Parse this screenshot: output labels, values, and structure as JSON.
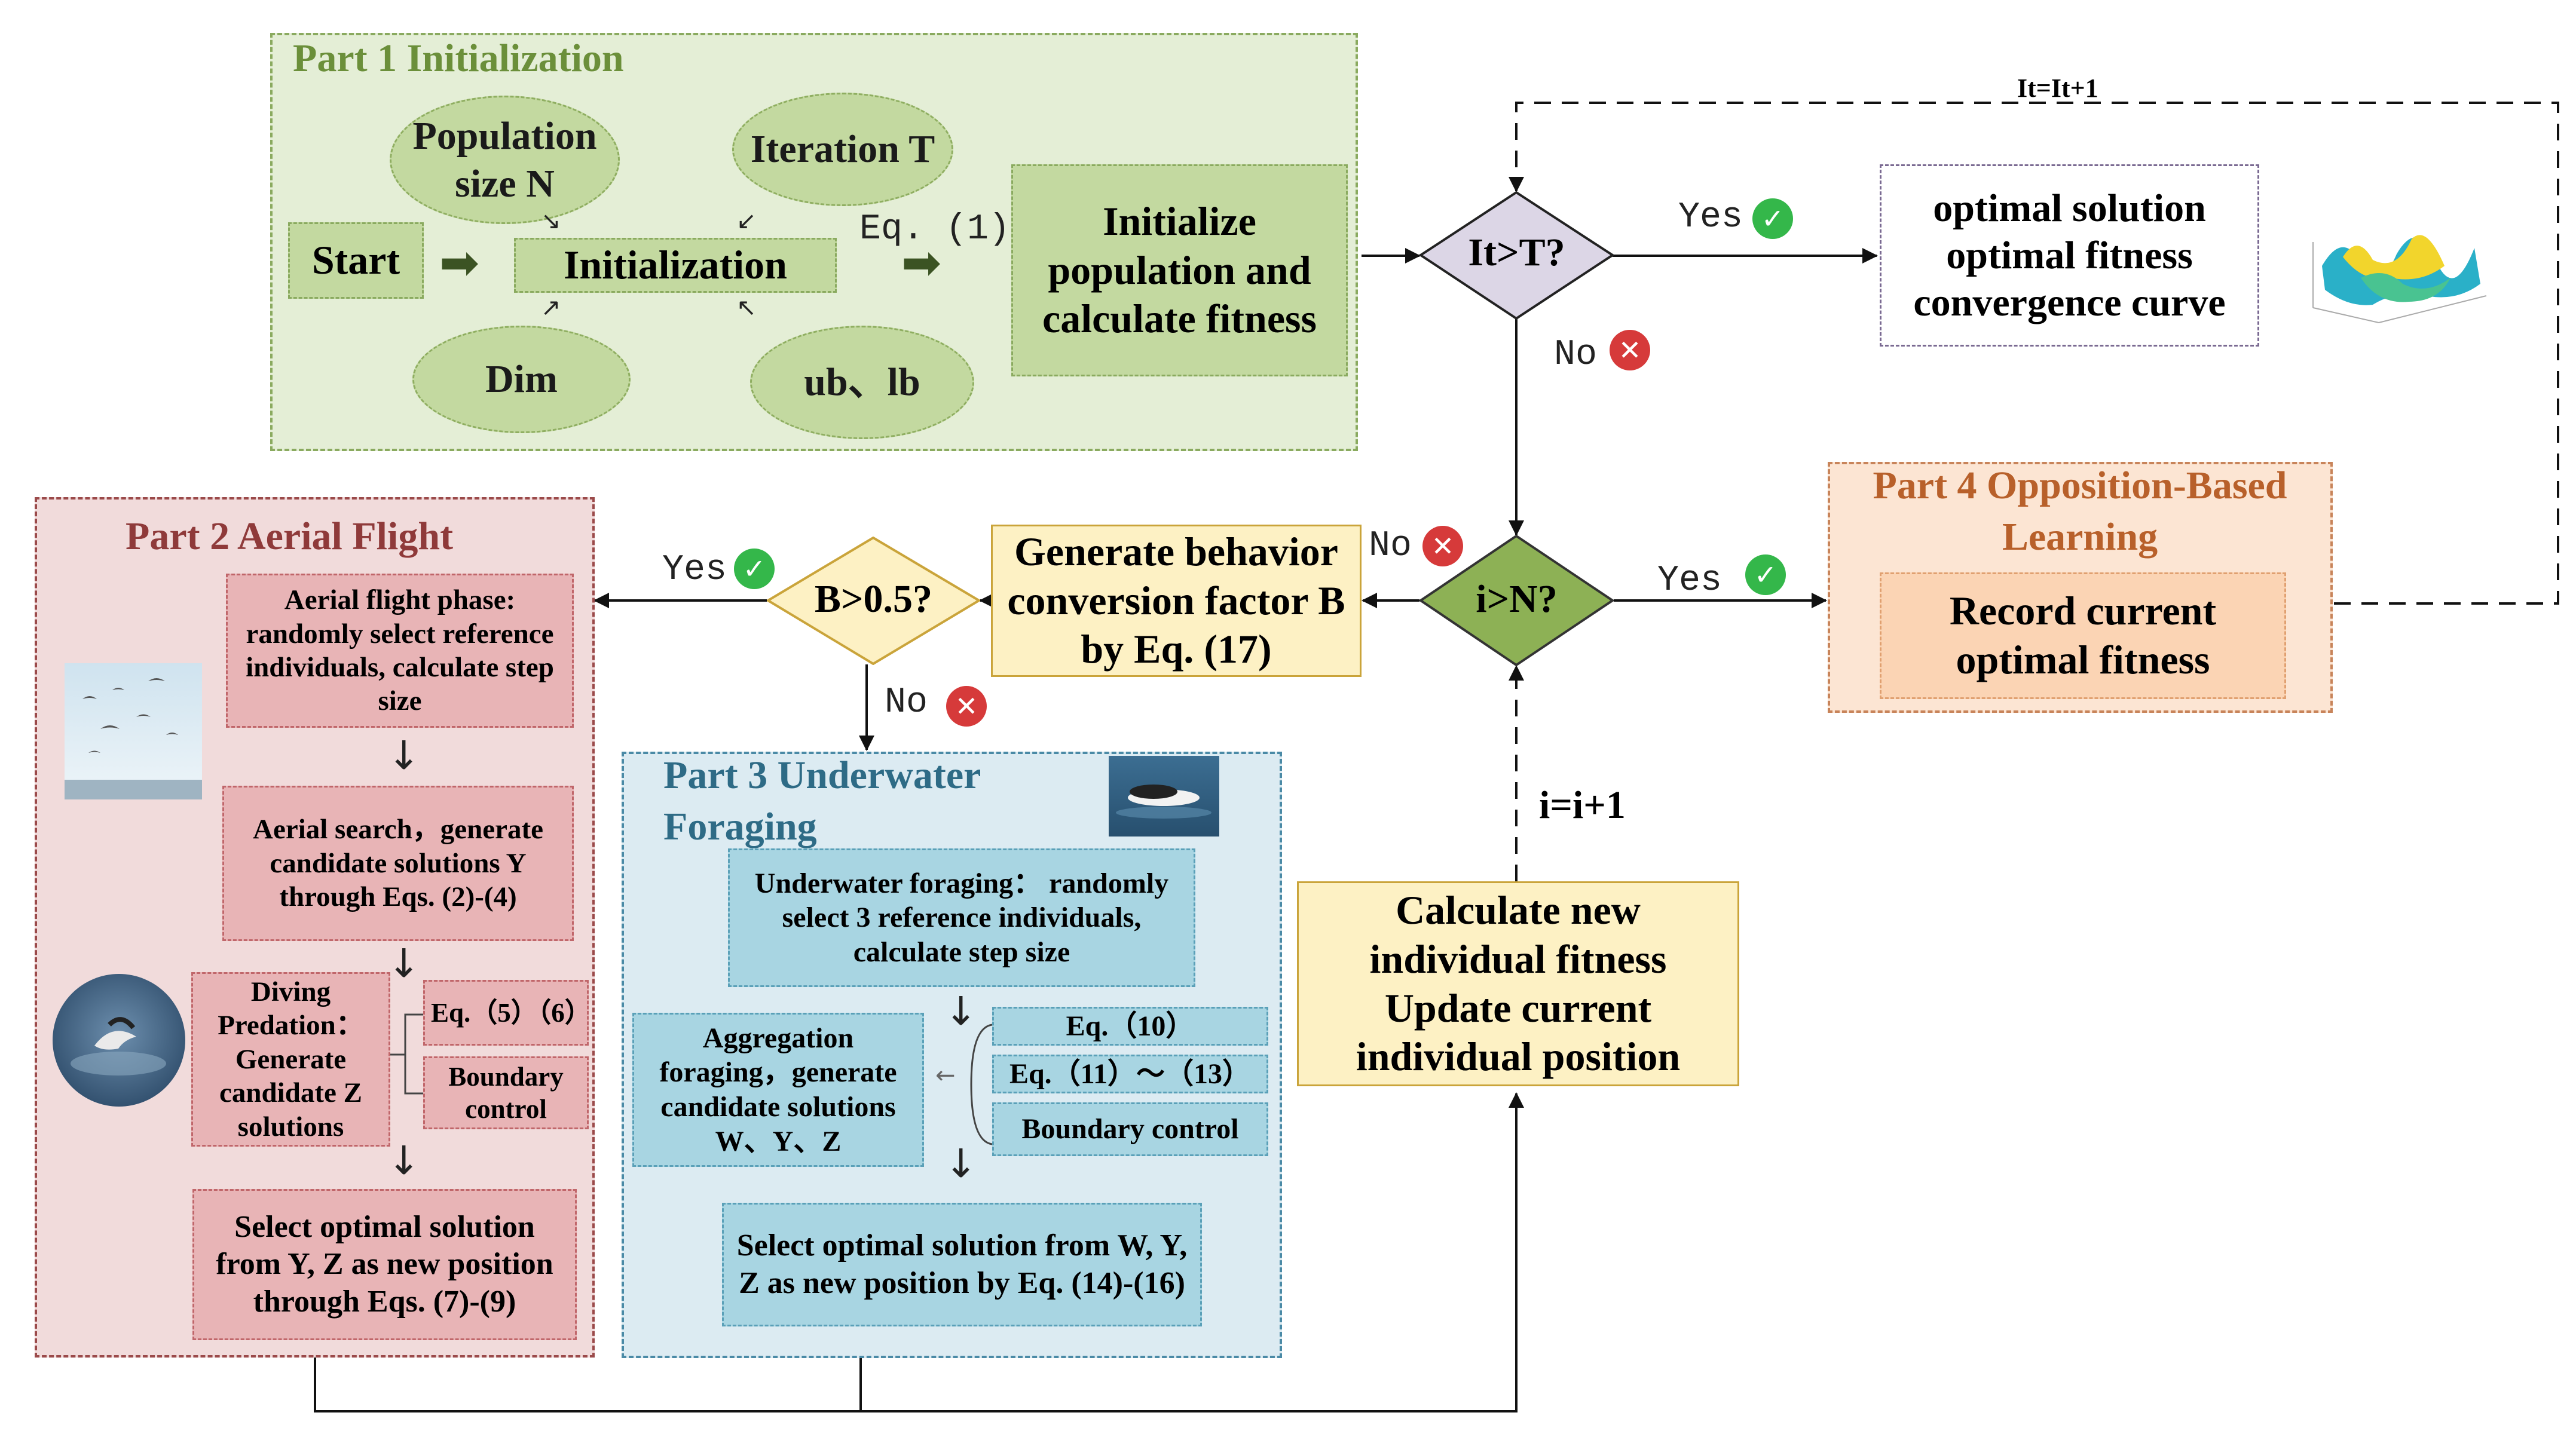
{
  "part1": {
    "title": "Part 1 Initialization",
    "population": "Population size N",
    "iteration": "Iteration T",
    "start": "Start",
    "initialization": "Initialization",
    "dim": "Dim",
    "bounds": "ub、lb",
    "eq_label": "Eq. (1)",
    "init_population": "Initialize population and calculate fitness"
  },
  "loop": {
    "it_update": "It=It+1",
    "decision_it": "It>T?",
    "decision_i": "i>N?",
    "i_update": "i=i+1",
    "yes": "Yes",
    "no": "No"
  },
  "output": {
    "lines": [
      "optimal solution",
      "optimal fitness",
      "convergence curve"
    ]
  },
  "part4": {
    "title": "Part 4 Opposition-Based Learning",
    "record": "Record current optimal fitness"
  },
  "behavior": {
    "factor": "Generate behavior conversion factor B by Eq. (17)",
    "decision_b": "B>0.5?"
  },
  "part2": {
    "title": "Part 2 Aerial Flight",
    "phase": "Aerial flight phase: randomly select reference individuals, calculate step size",
    "search": "Aerial search，generate candidate solutions Y through Eqs. (2)-(4)",
    "diving": "Diving Predation：Generate candidate Z solutions",
    "eq56": "Eq.（5）（6）",
    "boundary": "Boundary control",
    "select": "Select optimal solution from Y, Z as new position through Eqs. (7)-(9)"
  },
  "part3": {
    "title": "Part 3 Underwater Foraging",
    "foraging": "Underwater foraging： randomly select 3 reference individuals, calculate step size",
    "aggregation": "Aggregation foraging，generate candidate solutions W、Y、Z",
    "eq10": "Eq.（10）",
    "eq1113": "Eq.（11）～（13）",
    "boundary": "Boundary control",
    "select": "Select optimal solution from W, Y, Z as new position by Eq. (14)-(16)"
  },
  "calc": {
    "text": "Calculate new individual fitness Update current individual position"
  },
  "colors": {
    "green_bg": "#e4eed6",
    "green_border": "#8aaa5f",
    "green_box": "#c3d9a0",
    "purple_diamond": "#dcd6e6",
    "dark_green_diamond": "#8db155",
    "yellow_box": "#fdf1c4",
    "orange_bg": "#fce5d3",
    "orange_box": "#fbd4b4",
    "pink_bg": "#f1dbdb",
    "pink_box": "#e8b4b6",
    "blue_bg": "#dcebf2",
    "blue_box": "#a8d5e2"
  }
}
